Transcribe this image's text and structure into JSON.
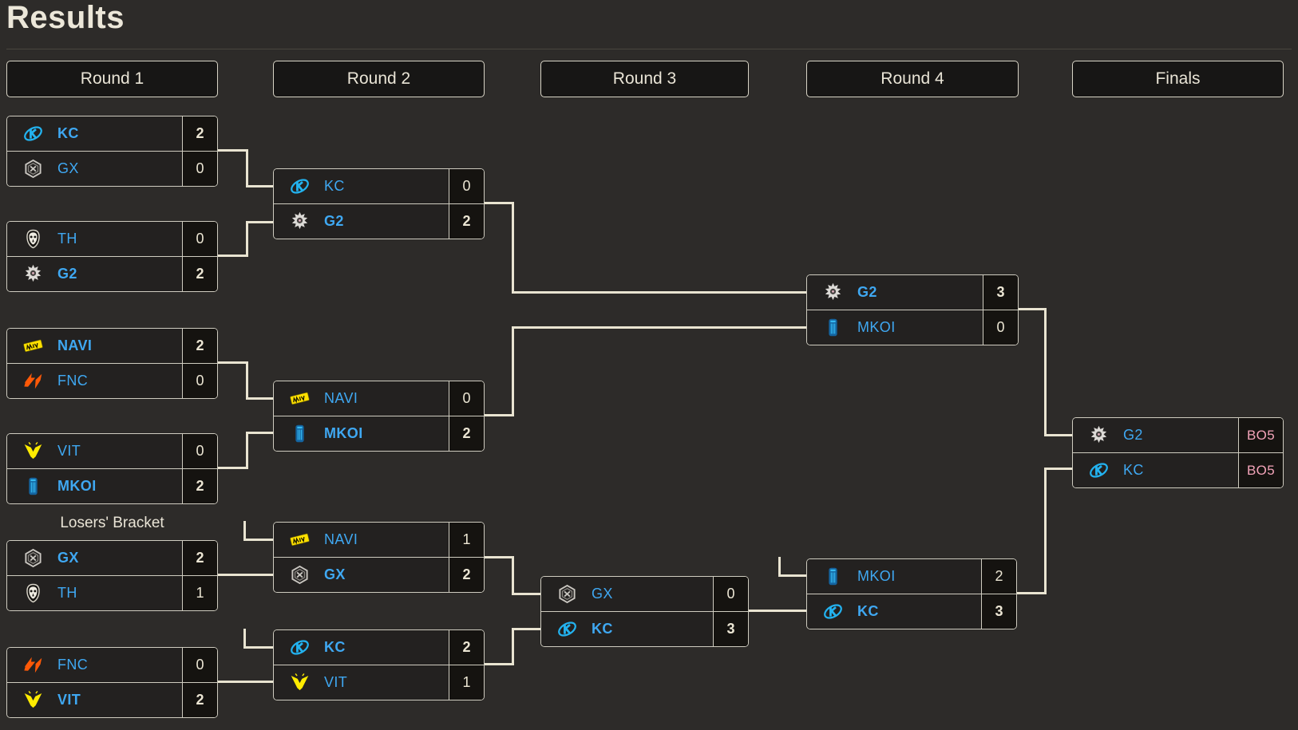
{
  "title": "Results",
  "round_headers": [
    "Round 1",
    "Round 2",
    "Round 3",
    "Round 4",
    "Finals"
  ],
  "losers_bracket_label": "Losers' Bracket",
  "colors": {
    "background": "#2d2b29",
    "box_border": "#cfccc0",
    "connector_line": "#e9e4d1",
    "team_name_blue": "#3fa8f2",
    "score_text_cream": "#ece6d4",
    "bo5_pink": "#f2a3b8",
    "title_text": "#ece7d9"
  },
  "matches": [
    {
      "id": "ub-r1-m1",
      "round": "Round 1",
      "teams": [
        {
          "name": "KC",
          "icon": "kc-logo",
          "score": "2",
          "winner": true
        },
        {
          "name": "GX",
          "icon": "gx-logo",
          "score": "0",
          "winner": false
        }
      ]
    },
    {
      "id": "ub-r1-m2",
      "round": "Round 1",
      "teams": [
        {
          "name": "TH",
          "icon": "th-logo",
          "score": "0",
          "winner": false
        },
        {
          "name": "G2",
          "icon": "g2-logo",
          "score": "2",
          "winner": true
        }
      ]
    },
    {
      "id": "ub-r1-m3",
      "round": "Round 1",
      "teams": [
        {
          "name": "NAVI",
          "icon": "navi-logo",
          "score": "2",
          "winner": true
        },
        {
          "name": "FNC",
          "icon": "fnc-logo",
          "score": "0",
          "winner": false
        }
      ]
    },
    {
      "id": "ub-r1-m4",
      "round": "Round 1",
      "teams": [
        {
          "name": "VIT",
          "icon": "vit-logo",
          "score": "0",
          "winner": false
        },
        {
          "name": "MKOI",
          "icon": "mkoi-logo",
          "score": "2",
          "winner": true
        }
      ]
    },
    {
      "id": "ub-r2-m1",
      "round": "Round 2",
      "teams": [
        {
          "name": "KC",
          "icon": "kc-logo",
          "score": "0",
          "winner": false
        },
        {
          "name": "G2",
          "icon": "g2-logo",
          "score": "2",
          "winner": true
        }
      ]
    },
    {
      "id": "ub-r2-m2",
      "round": "Round 2",
      "teams": [
        {
          "name": "NAVI",
          "icon": "navi-logo",
          "score": "0",
          "winner": false
        },
        {
          "name": "MKOI",
          "icon": "mkoi-logo",
          "score": "2",
          "winner": true
        }
      ]
    },
    {
      "id": "lb-r1-m1",
      "round": "Round 1",
      "teams": [
        {
          "name": "GX",
          "icon": "gx-logo",
          "score": "2",
          "winner": true
        },
        {
          "name": "TH",
          "icon": "th-logo",
          "score": "1",
          "winner": false
        }
      ]
    },
    {
      "id": "lb-r1-m2",
      "round": "Round 1",
      "teams": [
        {
          "name": "FNC",
          "icon": "fnc-logo",
          "score": "0",
          "winner": false
        },
        {
          "name": "VIT",
          "icon": "vit-logo",
          "score": "2",
          "winner": true
        }
      ]
    },
    {
      "id": "lb-r2-m1",
      "round": "Round 2",
      "teams": [
        {
          "name": "NAVI",
          "icon": "navi-logo",
          "score": "1",
          "winner": false
        },
        {
          "name": "GX",
          "icon": "gx-logo",
          "score": "2",
          "winner": true
        }
      ]
    },
    {
      "id": "lb-r2-m2",
      "round": "Round 2",
      "teams": [
        {
          "name": "KC",
          "icon": "kc-logo",
          "score": "2",
          "winner": true
        },
        {
          "name": "VIT",
          "icon": "vit-logo",
          "score": "1",
          "winner": false
        }
      ]
    },
    {
      "id": "lb-r3-m1",
      "round": "Round 3",
      "teams": [
        {
          "name": "GX",
          "icon": "gx-logo",
          "score": "0",
          "winner": false
        },
        {
          "name": "KC",
          "icon": "kc-logo",
          "score": "3",
          "winner": true
        }
      ]
    },
    {
      "id": "ub-r3-m1",
      "round": "Round 4",
      "teams": [
        {
          "name": "G2",
          "icon": "g2-logo",
          "score": "3",
          "winner": true
        },
        {
          "name": "MKOI",
          "icon": "mkoi-logo",
          "score": "0",
          "winner": false
        }
      ]
    },
    {
      "id": "lb-r4-m1",
      "round": "Round 4",
      "teams": [
        {
          "name": "MKOI",
          "icon": "mkoi-logo",
          "score": "2",
          "winner": false
        },
        {
          "name": "KC",
          "icon": "kc-logo",
          "score": "3",
          "winner": true
        }
      ]
    },
    {
      "id": "finals-m1",
      "round": "Finals",
      "bo5": true,
      "teams": [
        {
          "name": "G2",
          "icon": "g2-logo",
          "score": "BO5",
          "winner": false
        },
        {
          "name": "KC",
          "icon": "kc-logo",
          "score": "BO5",
          "winner": false
        }
      ]
    }
  ]
}
